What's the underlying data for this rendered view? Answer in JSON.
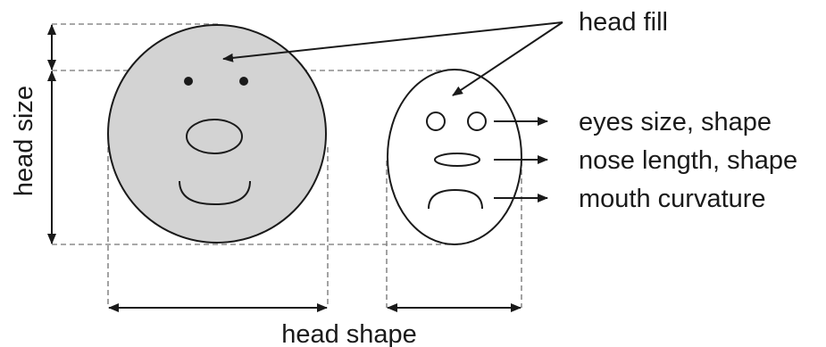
{
  "labels": {
    "head_fill": "head fill",
    "eyes": "eyes size, shape",
    "nose": "nose length, shape",
    "mouth": "mouth curvature",
    "head_size": "head size",
    "head_shape": "head shape"
  },
  "colors": {
    "head_fill": "#d3d3d3",
    "ink": "#1a1a1a",
    "guide_lines": "#8c8c8c"
  }
}
